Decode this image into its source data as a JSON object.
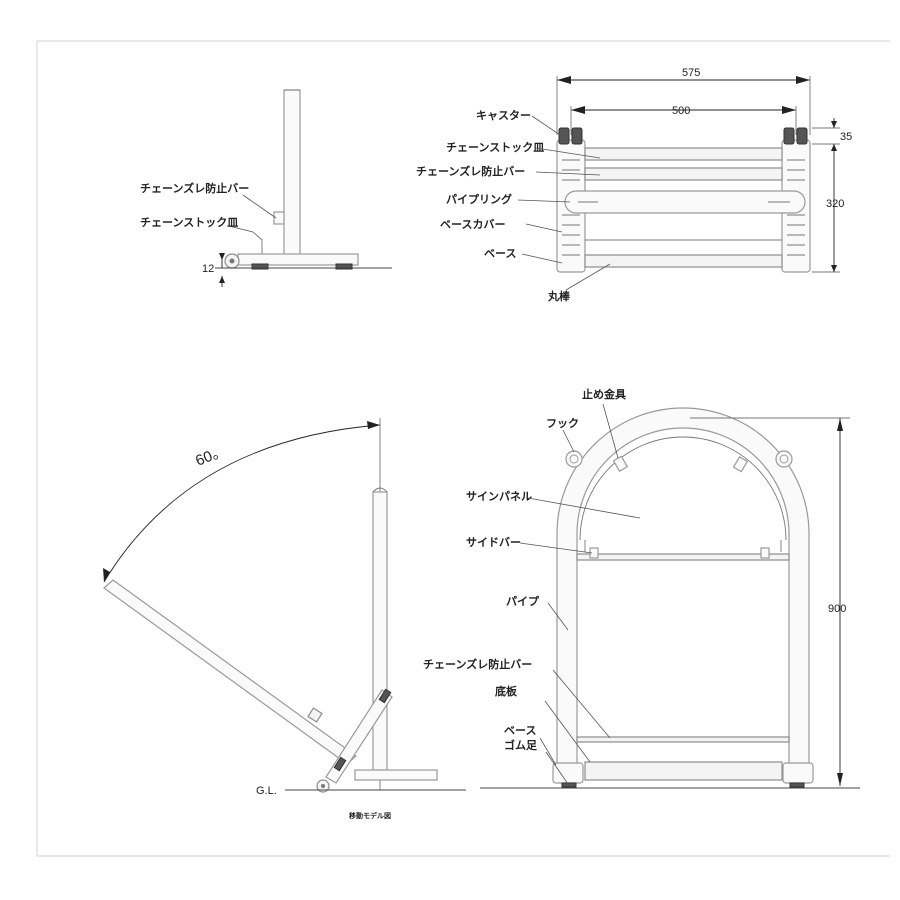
{
  "side_view": {
    "label_chain_guard": "チェーンズレ防止バー",
    "label_chain_plate": "チェーンストック皿",
    "dim_caster": "12"
  },
  "top_view": {
    "dim_outer": "575",
    "dim_inner": "500",
    "dim_caster_h": "35",
    "dim_height": "320",
    "label_caster": "キャスター",
    "label_chain_plate": "チェーンストック皿",
    "label_chain_guard": "チェーンズレ防止バー",
    "label_pipe_ring": "パイプリング",
    "label_base_cover": "ベースカバー",
    "label_base": "ベース",
    "label_round_bar": "丸棒"
  },
  "move_view": {
    "angle": "60。",
    "ground": "G.L.",
    "caption": "移動モデル図"
  },
  "front_view": {
    "label_bracket": "止め金具",
    "label_hook": "フック",
    "label_sign_panel": "サインパネル",
    "label_side_bar": "サイドバー",
    "label_pipe": "パイプ",
    "label_chain_guard": "チェーンズレ防止バー",
    "label_bottom_plate": "底板",
    "label_base": "ベース",
    "label_rubber_foot": "ゴム足",
    "dim_height": "900"
  }
}
